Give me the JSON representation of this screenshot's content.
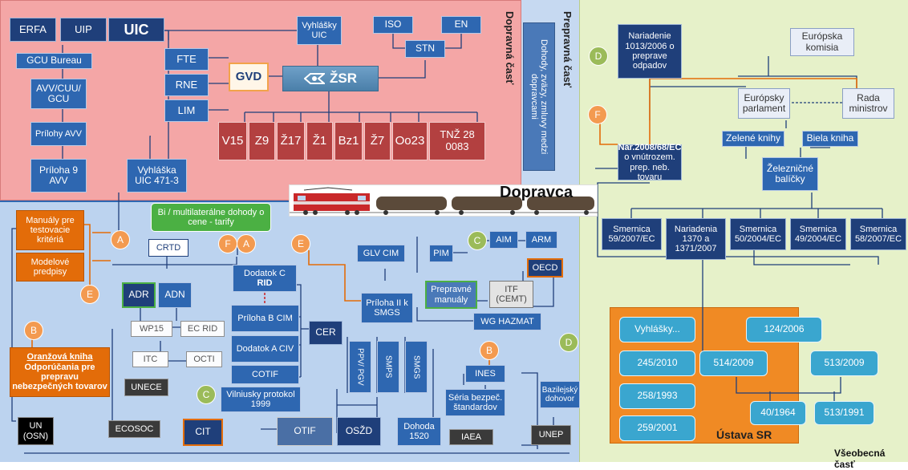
{
  "sections": {
    "dopravna": "Dopravná časť",
    "prepravna_title": "Prepravná časť",
    "prepravna_sub": "Dohody, zväzy, zmluvy medzi dopravcami",
    "vseobecna": "Všeobecná časť",
    "ustava": "Ústava SR",
    "dopravca": "Dopravca"
  },
  "top": {
    "erfa": "ERFA",
    "uip": "UIP",
    "uic": "UIC",
    "gcu_bureau": "GCU Bureau",
    "avv_cuu_gcu": "AVV/CUU/ GCU",
    "prilohy_avv": "Prílohy AVV",
    "priloha9": "Príloha 9 AVV",
    "vyhlaska_uic_471": "Vyhláška UIC 471-3",
    "vyhlasky_uic": "Vyhlášky UIC",
    "iso": "ISO",
    "en": "EN",
    "stn": "STN",
    "fte": "FTE",
    "rne": "RNE",
    "lim": "LIM",
    "gvd": "GVD",
    "zsr": "ŽSR",
    "regs": [
      "V15",
      "Z9",
      "Ž17",
      "Ž1",
      "Bz1",
      "Ž7",
      "Oo23",
      "TNŽ 28 0083"
    ]
  },
  "right": {
    "nariadenie1013": "Nariadenie 1013/2006 o preprave odpadov",
    "europska_komisia": "Európska komisia",
    "europsky_parlament": "Európsky parlament",
    "rada_ministrov": "Rada ministrov",
    "zelene_knihy": "Zelené knihy",
    "biela_kniha": "Biela kniha",
    "nar2008": "Nar.2008/68/EC",
    "nar2008_desc": "o vnútrozem. prep. neb. tovaru",
    "zeleznicne_balicky": "Železničné balíčky",
    "smernica59": "Smernica 59/2007/EC",
    "nariadenia1370": "Nariadenia 1370 a 1371/2007",
    "smernica50": "Smernica 50/2004/EC",
    "smernica49": "Smernica 49/2004/EC",
    "smernica58": "Smernica 58/2007/EC",
    "vyhlasky": "Vyhlášky...",
    "v124": "124/2006",
    "v245": "245/2010",
    "v514": "514/2009",
    "v513_2009": "513/2009",
    "v258": "258/1993",
    "v40": "40/1964",
    "v513_1991": "513/1991",
    "v259": "259/2001"
  },
  "bottom": {
    "manualy": "Manuály pre testovacie kritériá",
    "modelove": "Modelové predpisy",
    "bi_multi": "Bi / multilaterálne dohody o cene - tarify",
    "crtd": "CRTD",
    "adr": "ADR",
    "adn": "ADN",
    "wp15": "WP15",
    "ec_rid": "EC RID",
    "itc": "ITC",
    "octi": "OCTI",
    "oranzova_title": "Oranžová kniha",
    "oranzova_desc": "Odporúčania pre prepravu nebezpečných tovarov",
    "unece": "UNECE",
    "un": "UN (OSN)",
    "ecosoc": "ECOSOC",
    "cit": "CIT",
    "dodatok_c": "Dodatok C",
    "rid": "RID",
    "priloha_b": "Príloha B CIM",
    "dodatok_a": "Dodatok A CIV",
    "cotif": "COTIF",
    "cer": "CER",
    "vilnius": "Vilniusky protokol 1999",
    "otif": "OTIF",
    "glv_cim": "GLV CIM",
    "pim": "PIM",
    "aim": "AIM",
    "arm": "ARM",
    "oecd": "OECD",
    "prepravne_manualy": "Prepravné manuály",
    "itf": "ITF (CEMT)",
    "priloha_ii": "Príloha II k SMGS",
    "wg_hazmat": "WG HAZMAT",
    "ppv_pgv": "PPV/ PGV",
    "smps": "SMPS",
    "smgs": "SMGS",
    "ines": "INES",
    "seria": "Séria bezpeč. štandardov",
    "osjd": "OSŽD",
    "dohoda1520": "Dohoda 1520",
    "iaea": "IAEA",
    "bazilejsky": "Bazilejský dohovor",
    "unep": "UNEP"
  },
  "markers": {
    "a": "A",
    "b": "B",
    "c": "C",
    "d": "D",
    "e": "E",
    "f": "F"
  },
  "colors": {
    "dopravna_bg": "#f4a6a6",
    "prepravna_bg": "#c6d9f1",
    "vseobecna_bg": "#e6f1c9",
    "bottom_bg": "#bcd3ef",
    "ustava_bg": "#f08a24",
    "navy": "#1f3f7a",
    "red_box": "#b34040",
    "teal": "#3aa6cf",
    "orange_marker": "#f39a50",
    "green_marker": "#9bbb59"
  }
}
